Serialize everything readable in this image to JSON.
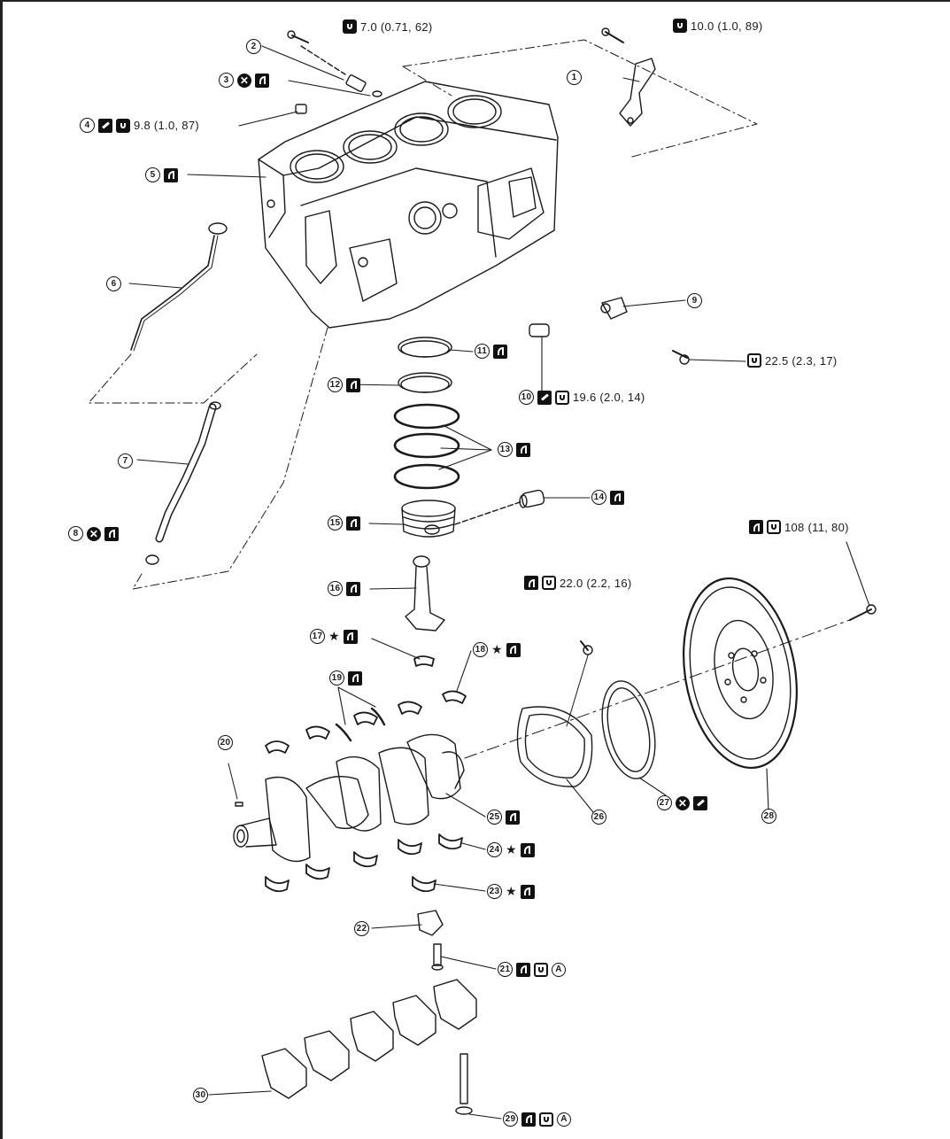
{
  "callouts": {
    "c1": {
      "num": "1",
      "torque": "10.0 (1.0, 89)"
    },
    "c2": {
      "num": "2",
      "torque": "7.0 (0.71, 62)"
    },
    "c3": {
      "num": "3"
    },
    "c4": {
      "num": "4",
      "torque": "9.8 (1.0, 87)"
    },
    "c5": {
      "num": "5"
    },
    "c6": {
      "num": "6"
    },
    "c7": {
      "num": "7"
    },
    "c8": {
      "num": "8"
    },
    "c9": {
      "num": "9",
      "torque": "22.5 (2.3, 17)"
    },
    "c10": {
      "num": "10",
      "torque": "19.6 (2.0, 14)"
    },
    "c11": {
      "num": "11"
    },
    "c12": {
      "num": "12"
    },
    "c13": {
      "num": "13"
    },
    "c14": {
      "num": "14"
    },
    "c15": {
      "num": "15"
    },
    "c16": {
      "num": "16"
    },
    "c17": {
      "num": "17",
      "star": "★"
    },
    "c18": {
      "num": "18",
      "star": "★"
    },
    "c19": {
      "num": "19"
    },
    "c20": {
      "num": "20"
    },
    "c21": {
      "num": "21",
      "a": "A"
    },
    "c22": {
      "num": "22"
    },
    "c23": {
      "num": "23",
      "star": "★"
    },
    "c24": {
      "num": "24",
      "star": "★"
    },
    "c25": {
      "num": "25"
    },
    "c26": {
      "num": "26",
      "torque": "22.0 (2.2, 16)"
    },
    "c27": {
      "num": "27"
    },
    "c28": {
      "num": "28",
      "torque": "108 (11, 80)"
    },
    "c29": {
      "num": "29",
      "a": "A"
    },
    "c30": {
      "num": "30"
    }
  },
  "colors": {
    "ink": "#1a1a1a",
    "paper": "#ffffff"
  }
}
